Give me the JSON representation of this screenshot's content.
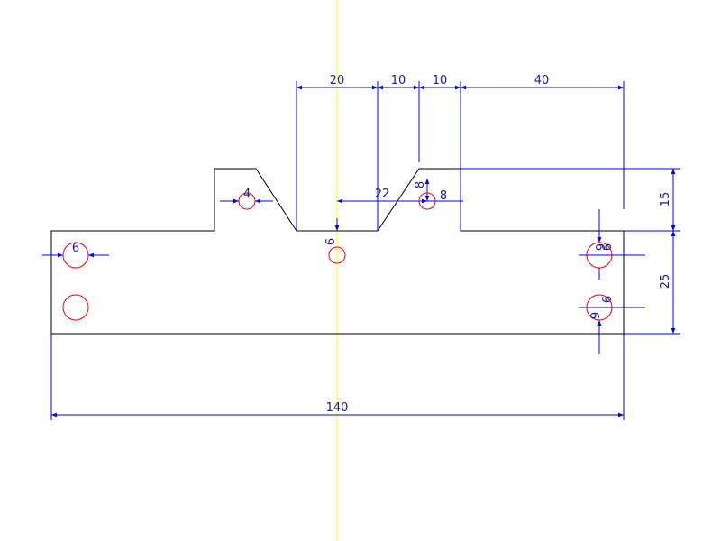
{
  "colors": {
    "part_outline": "#000000",
    "dimension": "#0000ff",
    "dimension_text": "#1a1aa0",
    "hole": "#ff0000",
    "center_line": "#ffff00",
    "background": "#ffffff"
  },
  "dimensions": {
    "top_20": "20",
    "top_10a": "10",
    "top_10b": "10",
    "top_40": "40",
    "mid_22": "22",
    "mid_8v": "8",
    "mid_8h": "8",
    "right_15": "15",
    "right_25": "25",
    "bottom_140": "140"
  },
  "hole_labels": {
    "left_hole": "6",
    "pocket_hole": "4",
    "center_hole": "6",
    "right_upper_a": "6",
    "right_upper_b": "6",
    "right_lower_a": "6",
    "right_lower_b": "6"
  }
}
